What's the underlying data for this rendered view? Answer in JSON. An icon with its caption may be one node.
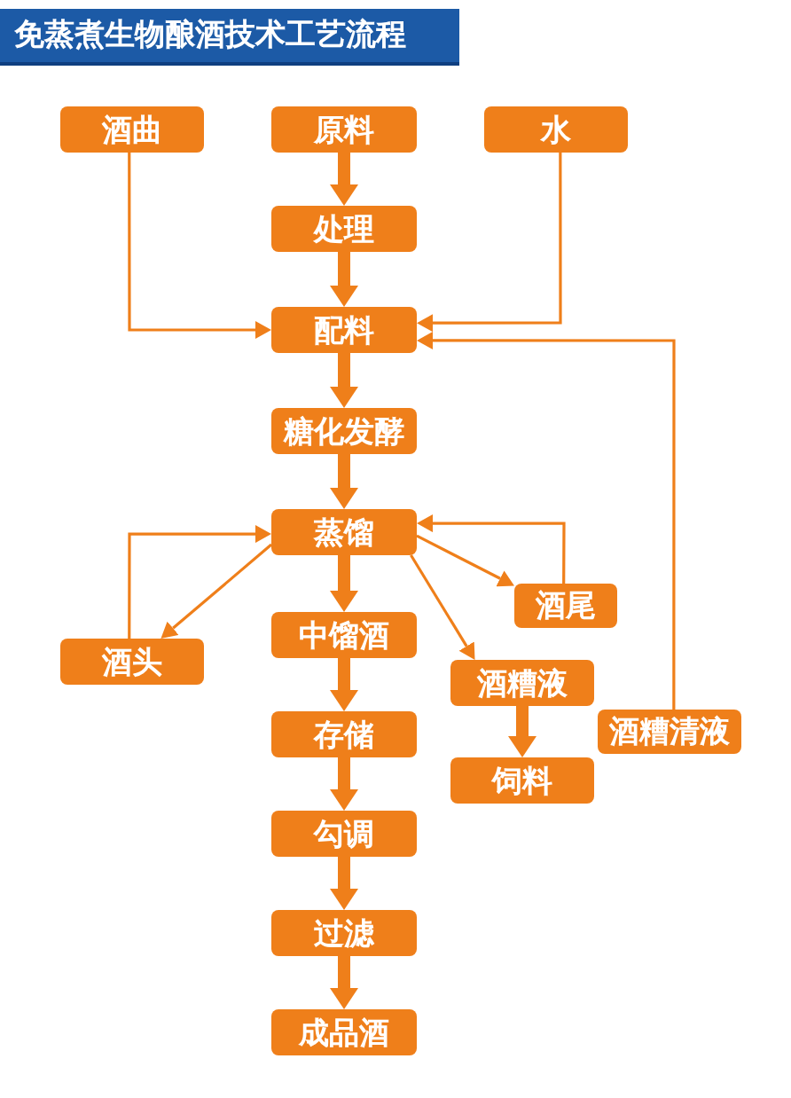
{
  "diagram": {
    "title": "免蒸煮生物酿酒技术工艺流程",
    "nodes": [
      {
        "text": [
          "酒曲"
        ]
      },
      {
        "text": [
          "原料"
        ]
      },
      {
        "text": [
          "水"
        ]
      },
      {
        "text": [
          "处理"
        ]
      },
      {
        "text": [
          "配料"
        ]
      },
      {
        "text": [
          "糖化发酵"
        ]
      },
      {
        "text": [
          "蒸馏"
        ]
      },
      {
        "text": [
          "酒尾"
        ]
      },
      {
        "text": [
          "酒头"
        ]
      },
      {
        "text": [
          "中馏酒"
        ]
      },
      {
        "text": [
          "酒糟液"
        ]
      },
      {
        "text": [
          "酒糟清液"
        ]
      },
      {
        "text": [
          "存储"
        ]
      },
      {
        "text": [
          "饲料"
        ]
      },
      {
        "text": [
          "勾调"
        ]
      },
      {
        "text": [
          "过滤"
        ]
      },
      {
        "text": [
          "成品酒"
        ]
      }
    ],
    "edges": [
      {
        "from": 0,
        "to": 4,
        "arrow": "to"
      },
      {
        "from": 1,
        "to": 3,
        "arrow": "to"
      },
      {
        "from": 3,
        "to": 4,
        "arrow": "to"
      },
      {
        "from": 2,
        "to": 4,
        "arrow": "to"
      },
      {
        "from": 11,
        "to": 4,
        "arrow": "to"
      },
      {
        "from": 4,
        "to": 5,
        "arrow": "to"
      },
      {
        "from": 5,
        "to": 6,
        "arrow": "to"
      },
      {
        "from": 6,
        "to": 8,
        "arrow": "to"
      },
      {
        "from": 8,
        "to": 6,
        "arrow": "to"
      },
      {
        "from": 6,
        "to": 7,
        "arrow": "to"
      },
      {
        "from": 7,
        "to": 6,
        "arrow": "to"
      },
      {
        "from": 6,
        "to": 10,
        "arrow": "to"
      },
      {
        "from": 6,
        "to": 9,
        "arrow": "to"
      },
      {
        "from": 9,
        "to": 12,
        "arrow": "to"
      },
      {
        "from": 10,
        "to": 13,
        "arrow": "to"
      },
      {
        "from": 12,
        "to": 14,
        "arrow": "to"
      },
      {
        "from": 14,
        "to": 15,
        "arrow": "to"
      },
      {
        "from": 15,
        "to": 16,
        "arrow": "to"
      }
    ]
  }
}
